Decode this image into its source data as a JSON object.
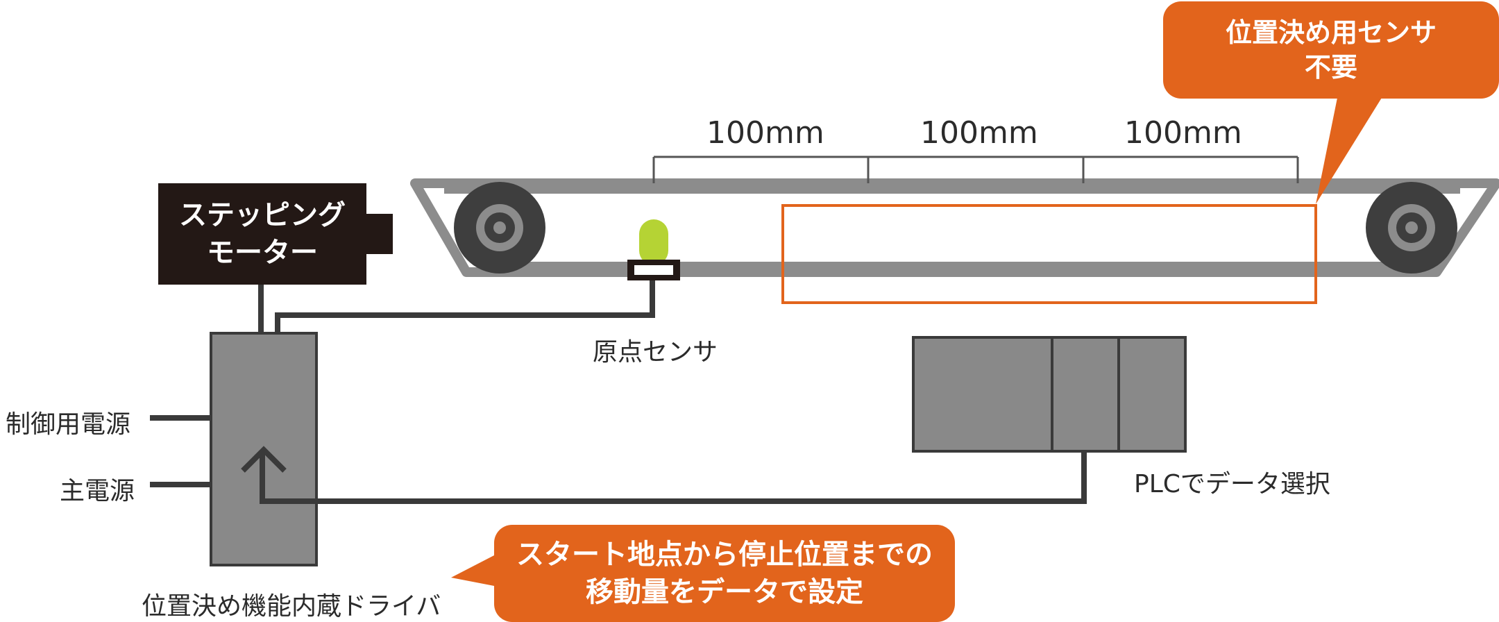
{
  "dimensions": {
    "seg1": "100mm",
    "seg2": "100mm",
    "seg3": "100mm"
  },
  "motor": {
    "line1": "ステッピング",
    "line2": "モーター"
  },
  "labels": {
    "origin_sensor": "原点センサ",
    "control_power": "制御用電源",
    "main_power": "主電源",
    "plc": "PLCでデータ選択",
    "driver": "位置決め機能内蔵ドライバ"
  },
  "callouts": {
    "sensor_line1": "位置決め用センサ",
    "sensor_line2": "不要",
    "data_line1": "スタート地点から停止位置までの",
    "data_line2": "移動量をデータで設定"
  },
  "colors": {
    "accent": "#e2641c",
    "motor": "#231815",
    "device_gray": "#898989",
    "conveyor_gray": "#8c8c8c",
    "sensor_green": "#b5d334"
  }
}
